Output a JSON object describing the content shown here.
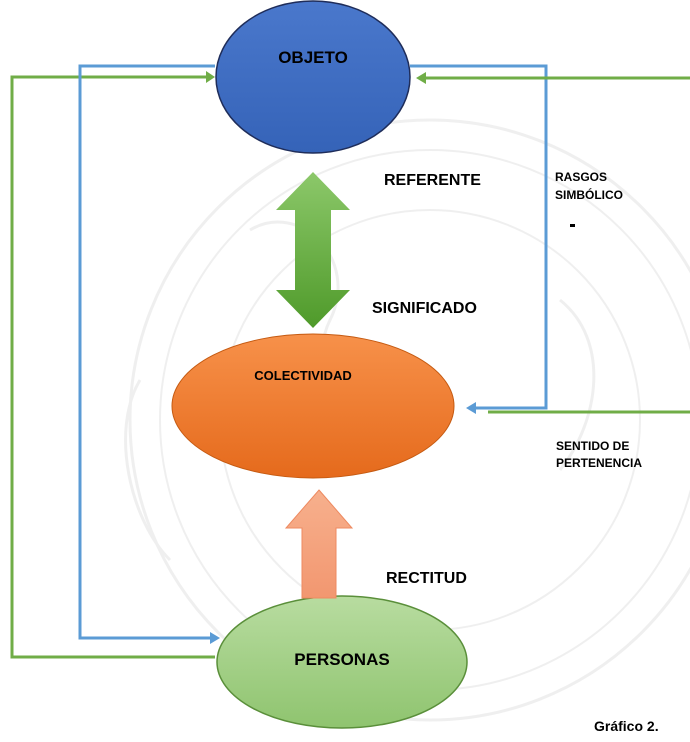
{
  "diagram": {
    "nodes": {
      "objeto": "OBJETO",
      "colectividad": "COLECTIVIDAD",
      "personas": "PERSONAS"
    },
    "labels": {
      "referente": "REFERENTE",
      "significado": "SIGNIFICADO",
      "rectitud": "RECTITUD",
      "rasgos_line1": "RASGOS",
      "rasgos_line2": "SIMBÓLICO",
      "sentido_line1": "SENTIDO DE",
      "sentido_line2": "PERTENENCIA",
      "caption": "Gráfico 2."
    },
    "colors": {
      "objeto_fill": "#4472c4",
      "colectividad_fill": "#ed7d31",
      "personas_fill": "#a9d18e",
      "green_line": "#70ad47",
      "blue_line": "#5b9bd5",
      "green_arrow": "#5aa02c",
      "salmon_arrow": "#f4a582"
    }
  }
}
